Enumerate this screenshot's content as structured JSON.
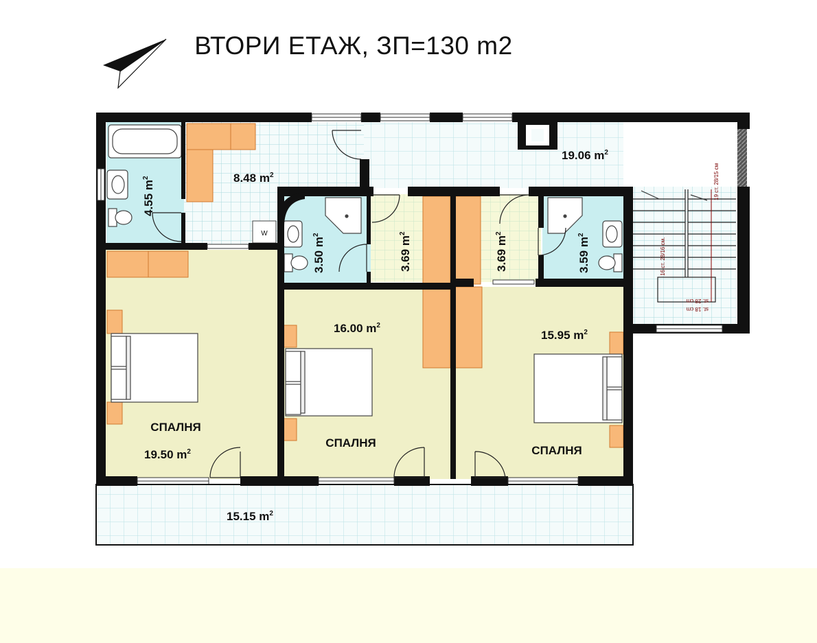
{
  "title": "ВТОРИ ЕТАЖ, ЗП=130 m2",
  "area_unit": "m",
  "area_exp": "2",
  "icons": {
    "north": "north-arrow-icon",
    "washer": "washing-machine-icon",
    "washer_label": "W"
  },
  "rooms": [
    {
      "id": "bath-1",
      "area": "4.55"
    },
    {
      "id": "hall-small",
      "area": "8.48"
    },
    {
      "id": "terrace-top",
      "area": "19.06"
    },
    {
      "id": "bath-2",
      "area": "3.50"
    },
    {
      "id": "closet-1",
      "area": "3.69"
    },
    {
      "id": "closet-2",
      "area": "3.69"
    },
    {
      "id": "bath-3",
      "area": "3.59"
    },
    {
      "id": "bedroom-1",
      "name": "СПАЛНЯ",
      "area": "19.50"
    },
    {
      "id": "bedroom-2",
      "name": "СПАЛНЯ",
      "area": "16.00"
    },
    {
      "id": "bedroom-3",
      "name": "СПАЛНЯ",
      "area": "15.95"
    },
    {
      "id": "balcony",
      "area": "15.15"
    }
  ],
  "stairs": {
    "note_1": "16 ст. 28/16 см.",
    "note_2": "19 ст. 28/15 см",
    "note_3": "st. 18 cm",
    "note_4": "st. 28 cm"
  },
  "colors": {
    "wall": "#111111",
    "wet": "#c9eef0",
    "bedroom": "#f0f0c8",
    "closet": "#f4f4c4",
    "grid_floor": "#f4fbfb",
    "grid_line": "#a8d8dc",
    "furniture": "#f8b878",
    "furniture_edge": "#d07a30",
    "footer": "#fefee8"
  }
}
